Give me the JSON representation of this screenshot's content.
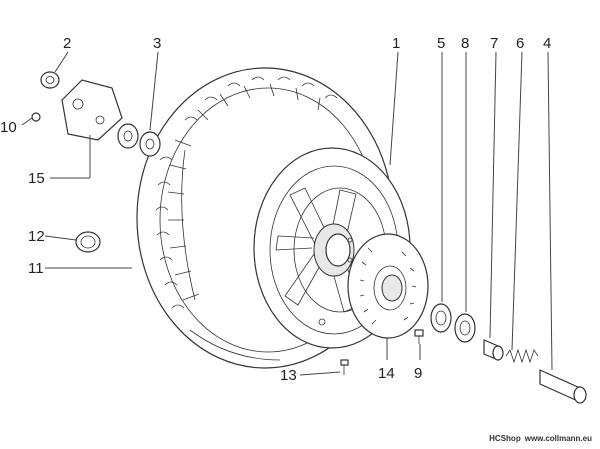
{
  "callouts": [
    "1",
    "2",
    "3",
    "4",
    "5",
    "6",
    "7",
    "8",
    "9",
    "10",
    "11",
    "12",
    "13",
    "14",
    "15"
  ],
  "credit": {
    "brand": "HCShop",
    "site": "www.collmann.eu"
  }
}
